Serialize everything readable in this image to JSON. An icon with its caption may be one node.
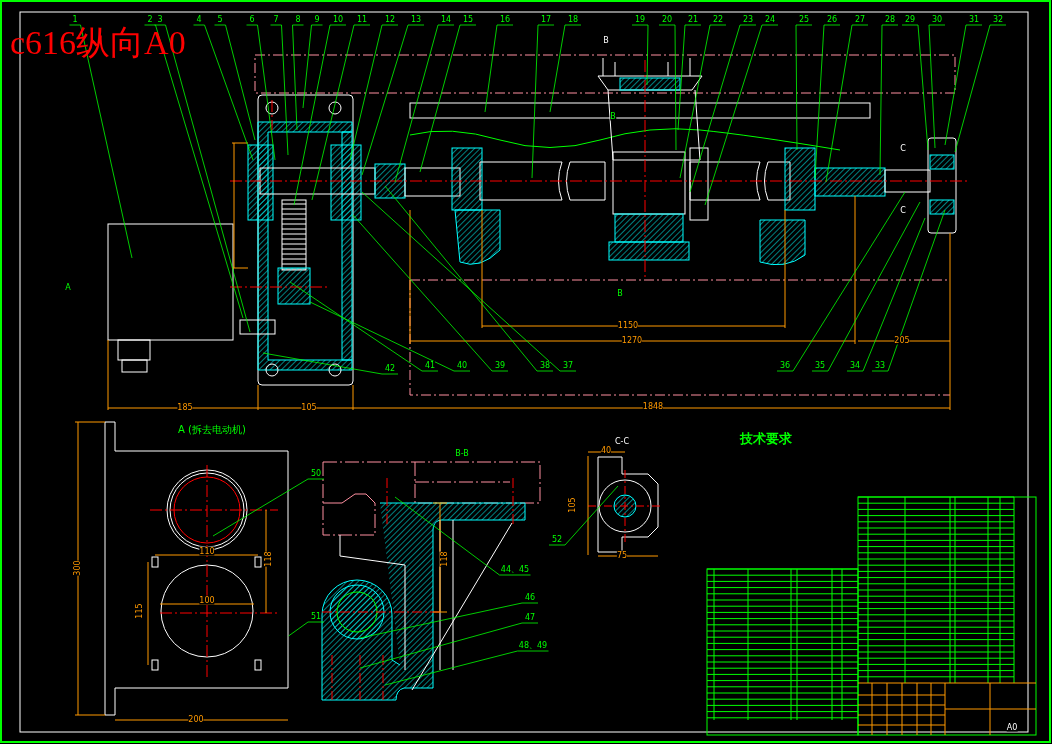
{
  "diagram": {
    "title": "c616纵向A0",
    "nodes": [
      {
        "text": [
          "1"
        ]
      },
      {
        "text": [
          "2"
        ]
      },
      {
        "text": [
          "3"
        ]
      },
      {
        "text": [
          "4"
        ]
      },
      {
        "text": [
          "5"
        ]
      },
      {
        "text": [
          "6"
        ]
      },
      {
        "text": [
          "7"
        ]
      },
      {
        "text": [
          "8"
        ]
      },
      {
        "text": [
          "9"
        ]
      },
      {
        "text": [
          "10"
        ]
      },
      {
        "text": [
          "11"
        ]
      },
      {
        "text": [
          "12"
        ]
      },
      {
        "text": [
          "13"
        ]
      },
      {
        "text": [
          "14"
        ]
      },
      {
        "text": [
          "15"
        ]
      },
      {
        "text": [
          "16"
        ]
      },
      {
        "text": [
          "17"
        ]
      },
      {
        "text": [
          "18"
        ]
      },
      {
        "text": [
          "19"
        ]
      },
      {
        "text": [
          "20"
        ]
      },
      {
        "text": [
          "21"
        ]
      },
      {
        "text": [
          "22"
        ]
      },
      {
        "text": [
          "23"
        ]
      },
      {
        "text": [
          "24"
        ]
      },
      {
        "text": [
          "25"
        ]
      },
      {
        "text": [
          "26"
        ]
      },
      {
        "text": [
          "27"
        ]
      },
      {
        "text": [
          "28"
        ]
      },
      {
        "text": [
          "29"
        ]
      },
      {
        "text": [
          "30"
        ]
      },
      {
        "text": [
          "31"
        ]
      },
      {
        "text": [
          "32"
        ]
      },
      {
        "text": [
          "42"
        ]
      },
      {
        "text": [
          "41"
        ]
      },
      {
        "text": [
          "40"
        ]
      },
      {
        "text": [
          "39"
        ]
      },
      {
        "text": [
          "38"
        ]
      },
      {
        "text": [
          "37"
        ]
      },
      {
        "text": [
          "36"
        ]
      },
      {
        "text": [
          "35"
        ]
      },
      {
        "text": [
          "34"
        ]
      },
      {
        "text": [
          "33"
        ]
      },
      {
        "text": [
          "50"
        ]
      },
      {
        "text": [
          "52"
        ]
      },
      {
        "text": [
          "44、45"
        ]
      },
      {
        "text": [
          "46"
        ]
      },
      {
        "text": [
          "51"
        ]
      },
      {
        "text": [
          "47"
        ]
      },
      {
        "text": [
          "48、49"
        ]
      },
      {
        "text": [],
        "shape": "picture"
      }
    ],
    "edges": [
      {
        "from": 0,
        "to": null,
        "arrow": "none"
      },
      {
        "from": 1,
        "to": null,
        "arrow": "none"
      },
      {
        "from": 2,
        "to": null,
        "arrow": "none"
      },
      {
        "from": 3,
        "to": null,
        "arrow": "none"
      },
      {
        "from": 4,
        "to": null,
        "arrow": "none"
      },
      {
        "from": 5,
        "to": null,
        "arrow": "none"
      },
      {
        "from": 6,
        "to": null,
        "arrow": "none"
      },
      {
        "from": 7,
        "to": null,
        "arrow": "none"
      },
      {
        "from": 8,
        "to": null,
        "arrow": "none"
      },
      {
        "from": 9,
        "to": null,
        "arrow": "none"
      },
      {
        "from": 10,
        "to": null,
        "arrow": "none"
      },
      {
        "from": 11,
        "to": null,
        "arrow": "none"
      },
      {
        "from": 12,
        "to": null,
        "arrow": "none"
      },
      {
        "from": 13,
        "to": null,
        "arrow": "none"
      },
      {
        "from": 14,
        "to": null,
        "arrow": "none"
      },
      {
        "from": 15,
        "to": null,
        "arrow": "none"
      },
      {
        "from": 16,
        "to": null,
        "arrow": "none"
      },
      {
        "from": 17,
        "to": null,
        "arrow": "none"
      },
      {
        "from": 18,
        "to": null,
        "arrow": "none"
      },
      {
        "from": 19,
        "to": null,
        "arrow": "none"
      },
      {
        "from": 20,
        "to": null,
        "arrow": "none"
      },
      {
        "from": 21,
        "to": null,
        "arrow": "none"
      },
      {
        "from": 22,
        "to": null,
        "arrow": "none"
      },
      {
        "from": 23,
        "to": null,
        "arrow": "none"
      },
      {
        "from": 24,
        "to": null,
        "arrow": "none"
      },
      {
        "from": 25,
        "to": null,
        "arrow": "none"
      },
      {
        "from": 26,
        "to": null,
        "arrow": "none"
      },
      {
        "from": 27,
        "to": null,
        "arrow": "none"
      },
      {
        "from": 28,
        "to": null,
        "arrow": "none"
      },
      {
        "from": 29,
        "to": null,
        "arrow": "none"
      },
      {
        "from": 30,
        "to": null,
        "arrow": "none"
      },
      {
        "from": 31,
        "to": null,
        "arrow": "none"
      },
      {
        "from": 32,
        "to": null,
        "arrow": "none"
      },
      {
        "from": 33,
        "to": null,
        "arrow": "none"
      },
      {
        "from": 34,
        "to": null,
        "arrow": "none"
      },
      {
        "from": 35,
        "to": null,
        "arrow": "none"
      },
      {
        "from": 36,
        "to": null,
        "arrow": "none"
      },
      {
        "from": 37,
        "to": null,
        "arrow": "none"
      },
      {
        "from": 38,
        "to": null,
        "arrow": "none"
      },
      {
        "from": 39,
        "to": null,
        "arrow": "none"
      },
      {
        "from": 40,
        "to": null,
        "arrow": "none"
      },
      {
        "from": 41,
        "to": null,
        "arrow": "none"
      },
      {
        "from": 42,
        "to": 49,
        "arrow": "none"
      },
      {
        "from": 43,
        "to": null,
        "arrow": "none"
      },
      {
        "from": 44,
        "to": null,
        "arrow": "none"
      },
      {
        "from": 45,
        "to": null,
        "arrow": "none"
      },
      {
        "from": 46,
        "to": 49,
        "arrow": "none"
      },
      {
        "from": 47,
        "to": null,
        "arrow": "none"
      },
      {
        "from": 48,
        "to": null,
        "arrow": "none"
      }
    ],
    "labels": [
      "A",
      "B",
      "B",
      "C",
      "C",
      "B",
      "185",
      "105",
      "1150",
      "1270",
      "205",
      "1848",
      "A (拆去电动机)",
      "B-B",
      "C-C",
      "技术要求",
      "40",
      "105",
      "110",
      "118",
      "115",
      "100",
      "300",
      "118",
      "75",
      "200",
      "A0"
    ]
  }
}
